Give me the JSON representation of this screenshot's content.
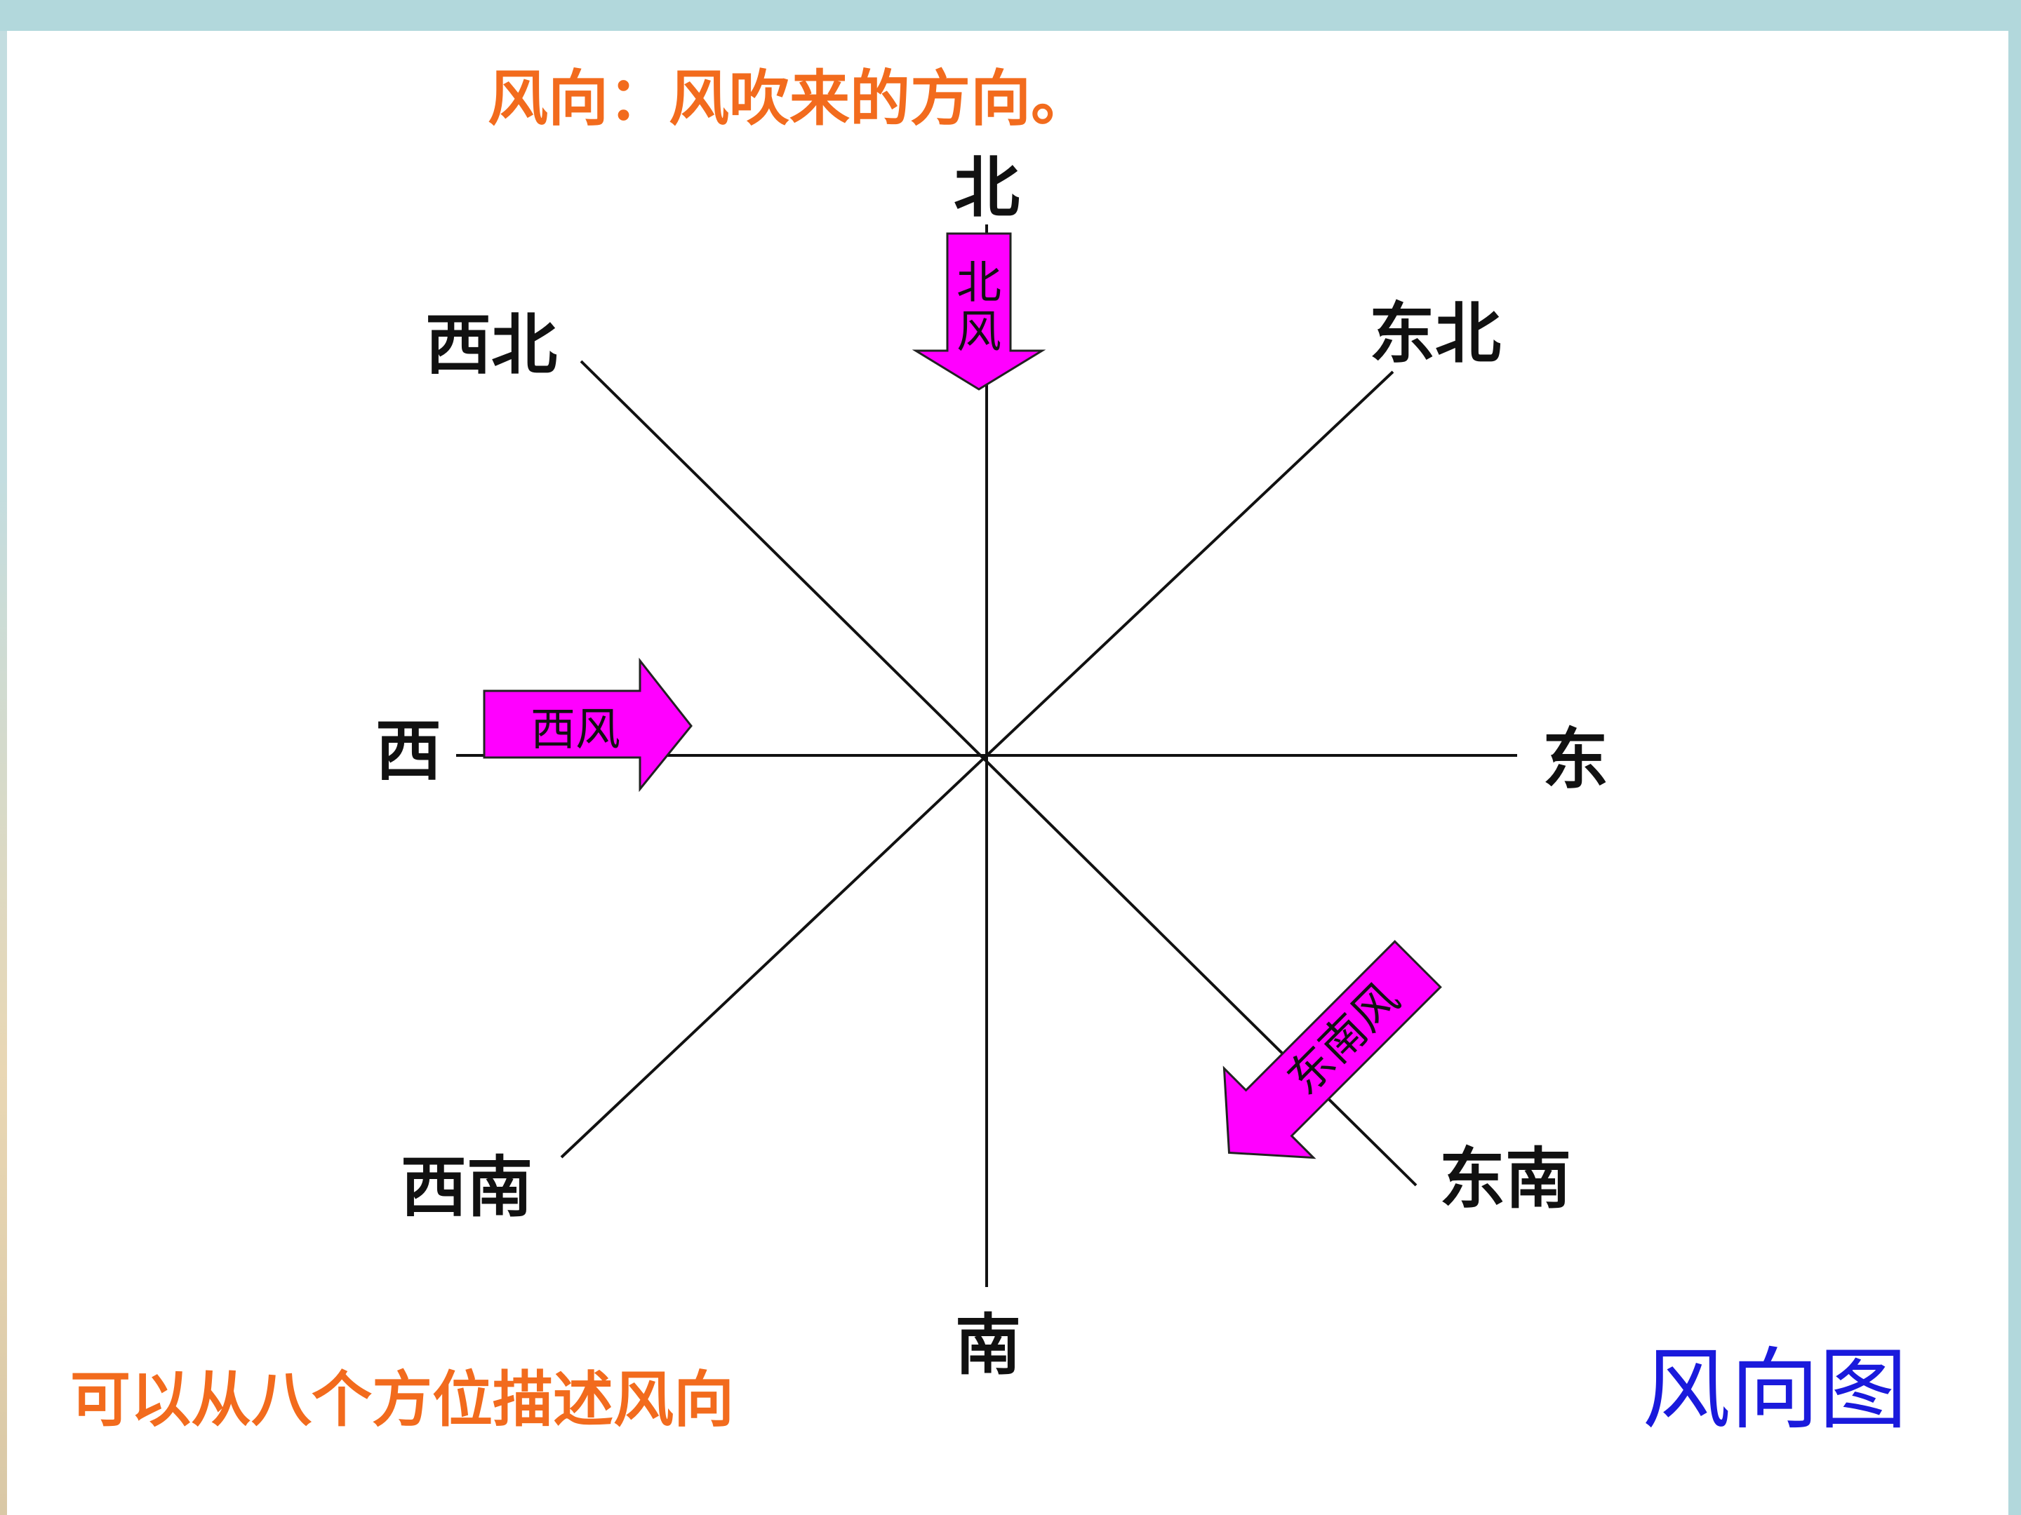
{
  "slide": {
    "subtitle": "风向：风吹来的方向。",
    "bottom_note": "可以从八个方位描述风向",
    "diagram_title": "风向图",
    "colors": {
      "subtitle": "#f26b1d",
      "diagram_title": "#1a1adc",
      "arrow_fill": "#ff00ff",
      "lines": "#111111",
      "band": "#b2d8dc"
    }
  },
  "compass": {
    "directions": {
      "north": "北",
      "northeast": "东北",
      "east": "东",
      "southeast": "东南",
      "south": "南",
      "southwest": "西南",
      "west": "西",
      "northwest": "西北"
    },
    "wind_arrows": {
      "north_wind": {
        "label": "北风",
        "line1": "北",
        "line2": "风"
      },
      "west_wind": {
        "label": "西风"
      },
      "southeast_wind": {
        "label": "东南风"
      }
    }
  }
}
